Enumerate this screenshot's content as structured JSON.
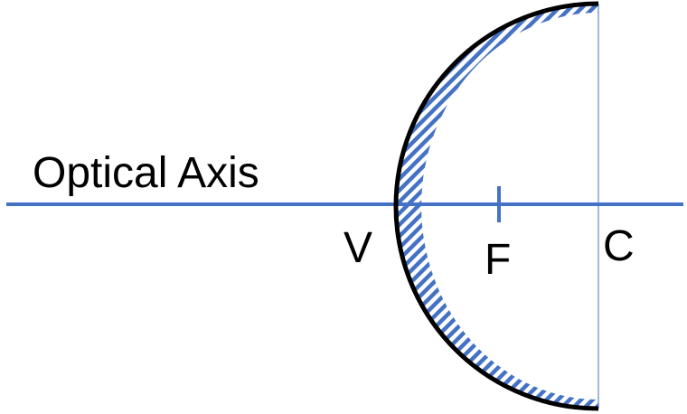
{
  "diagram": {
    "axis_label": "Optical Axis",
    "points": {
      "vertex": "V",
      "focus": "F",
      "center": "C"
    }
  },
  "colors": {
    "axis": "#4472c4",
    "mirror_outline": "#000000",
    "hatch": "#4472c4",
    "text": "#000000",
    "background": "#ffffff"
  }
}
